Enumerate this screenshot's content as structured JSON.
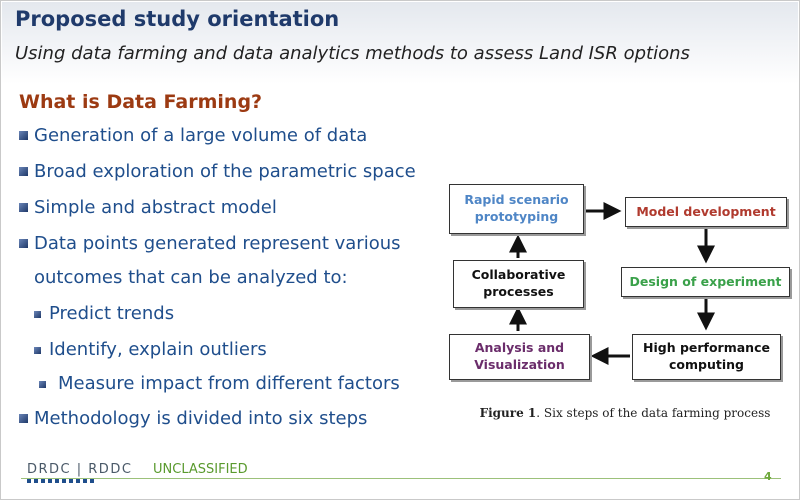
{
  "slide": {
    "title": "Proposed study orientation",
    "subtitle": "Using data farming and data analytics methods to assess Land ISR options",
    "section_heading": "What is Data Farming?",
    "bullets": [
      "Generation of a large volume of data",
      "Broad exploration of the parametric space",
      "Simple and abstract model",
      "Data points generated represent various"
    ],
    "bullet_continuation": "outcomes that can be analyzed to:",
    "sub_bullets": [
      "Predict trends",
      "Identify, explain outliers",
      "Measure impact from different factors"
    ],
    "last_bullet": "Methodology is divided into six steps"
  },
  "diagram": {
    "steps": [
      {
        "line1": "Rapid scenario",
        "line2": "prototyping",
        "color": "#4f86c6"
      },
      {
        "line1": "Model development",
        "line2": "",
        "color": "#b03a2e"
      },
      {
        "line1": "Design of experiment",
        "line2": "",
        "color": "#3aa14a"
      },
      {
        "line1": "High performance",
        "line2": "computing",
        "color": "#111111"
      },
      {
        "line1": "Analysis and",
        "line2": "Visualization",
        "color": "#6b2d6b"
      },
      {
        "line1": "Collaborative",
        "line2": "processes",
        "color": "#111111"
      }
    ],
    "caption_label": "Figure 1",
    "caption_text": ". Six steps of the data farming process"
  },
  "footer": {
    "logo": "DRDC | RDDC",
    "classification": "UNCLASSIFIED",
    "page_number": "4"
  }
}
